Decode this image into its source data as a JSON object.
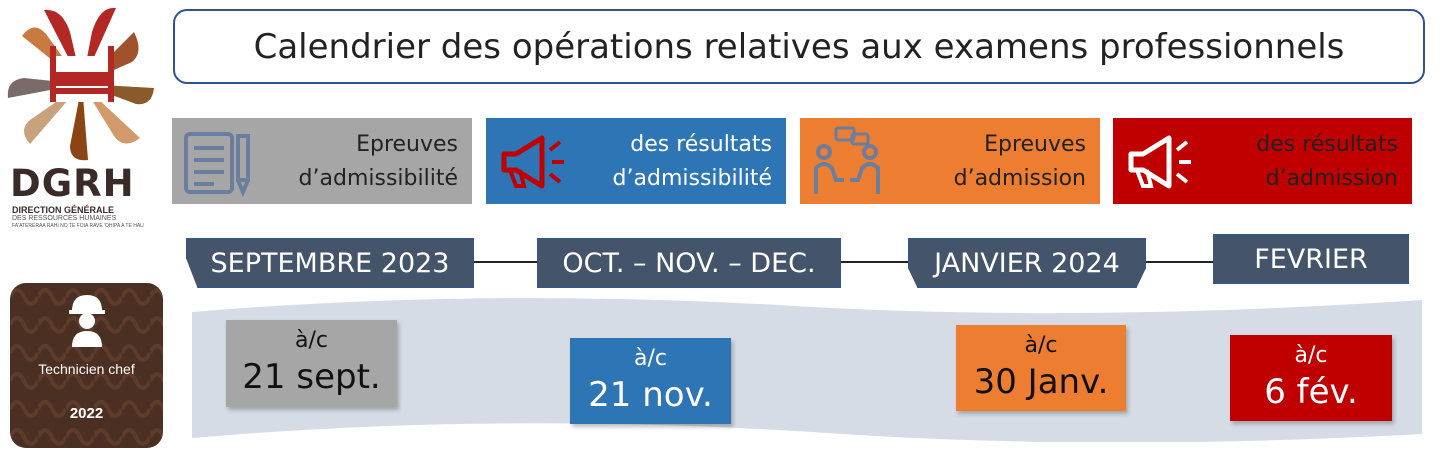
{
  "logo": {
    "name": "DGRH",
    "subtitle": "DIRECTION GÉNÉRALE",
    "subtitle2": "DES RESSOURCES HUMAINES",
    "tagline": "FA'ATERERAA RAHI NO TE FOIA RAVE 'OHIPA A TE HAU"
  },
  "title": "Calendrier des opérations relatives aux examens professionnels",
  "steps": [
    {
      "line1": "Epreuves",
      "line2": "d’admissibilité",
      "color": "#a6a6a6",
      "text_color": "#222222",
      "icon": "document-pen-icon"
    },
    {
      "line1": "des résultats",
      "line2": "d’admissibilité",
      "color": "#2e75b6",
      "text_color": "#ffffff",
      "icon": "megaphone-icon"
    },
    {
      "line1": "Epreuves",
      "line2": "d’admission",
      "color": "#ed7d31",
      "text_color": "#222222",
      "icon": "interview-icon"
    },
    {
      "line1": "des résultats",
      "line2": "d’admission",
      "color": "#c00000",
      "text_color": "#222222",
      "icon": "megaphone-icon"
    }
  ],
  "months": [
    "SEPTEMBRE 2023",
    "OCT. – NOV. – DEC.",
    "JANVIER 2024",
    "FEVRIER"
  ],
  "sidebar": {
    "role": "Technicien chef",
    "year": "2022",
    "icon": "worker-helmet-icon"
  },
  "dates": [
    {
      "prefix": "à/c",
      "date": "21 sept.",
      "color": "#a6a6a6",
      "text_color": "#111111"
    },
    {
      "prefix": "à/c",
      "date": "21 nov.",
      "color": "#2e75b6",
      "text_color": "#ffffff"
    },
    {
      "prefix": "à/c",
      "date": "30 Janv.",
      "color": "#ed7d31",
      "text_color": "#111111"
    },
    {
      "prefix": "à/c",
      "date": "6 fév.",
      "color": "#c00000",
      "text_color": "#ffffff"
    }
  ]
}
